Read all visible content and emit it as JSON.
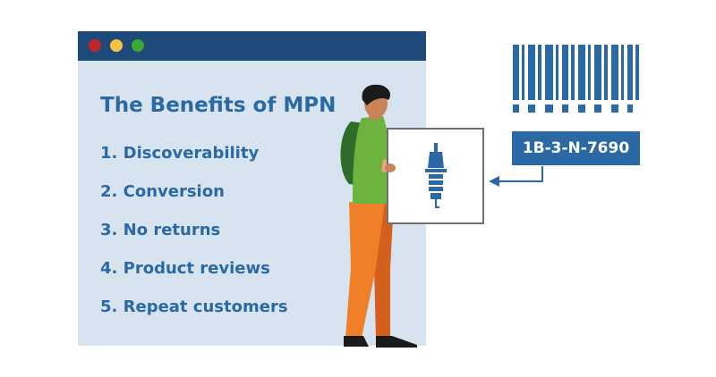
{
  "window": {
    "title": "The Benefits of MPN",
    "benefits": [
      "1. Discoverability",
      "2. Conversion",
      "3. No returns",
      "4. Product reviews",
      "5. Repeat customers"
    ],
    "titlebar_dots": [
      {
        "name": "close",
        "color": "#c0272d"
      },
      {
        "name": "minimize",
        "color": "#f5c242"
      },
      {
        "name": "maximize",
        "color": "#3aa935"
      }
    ]
  },
  "barcode": {
    "code": "1B-3-N-7690"
  },
  "icons": {
    "product": "spark-plug-icon",
    "barcode": "barcode-icon",
    "arrow": "arrow-left-icon",
    "person": "person-holding-product-illustration"
  },
  "colors": {
    "primary_blue": "#2a69a3",
    "titlebar": "#1d4a78",
    "window_bg": "#d7e4ef",
    "shirt_green": "#6cb33f",
    "pants_orange": "#f07f2a"
  }
}
